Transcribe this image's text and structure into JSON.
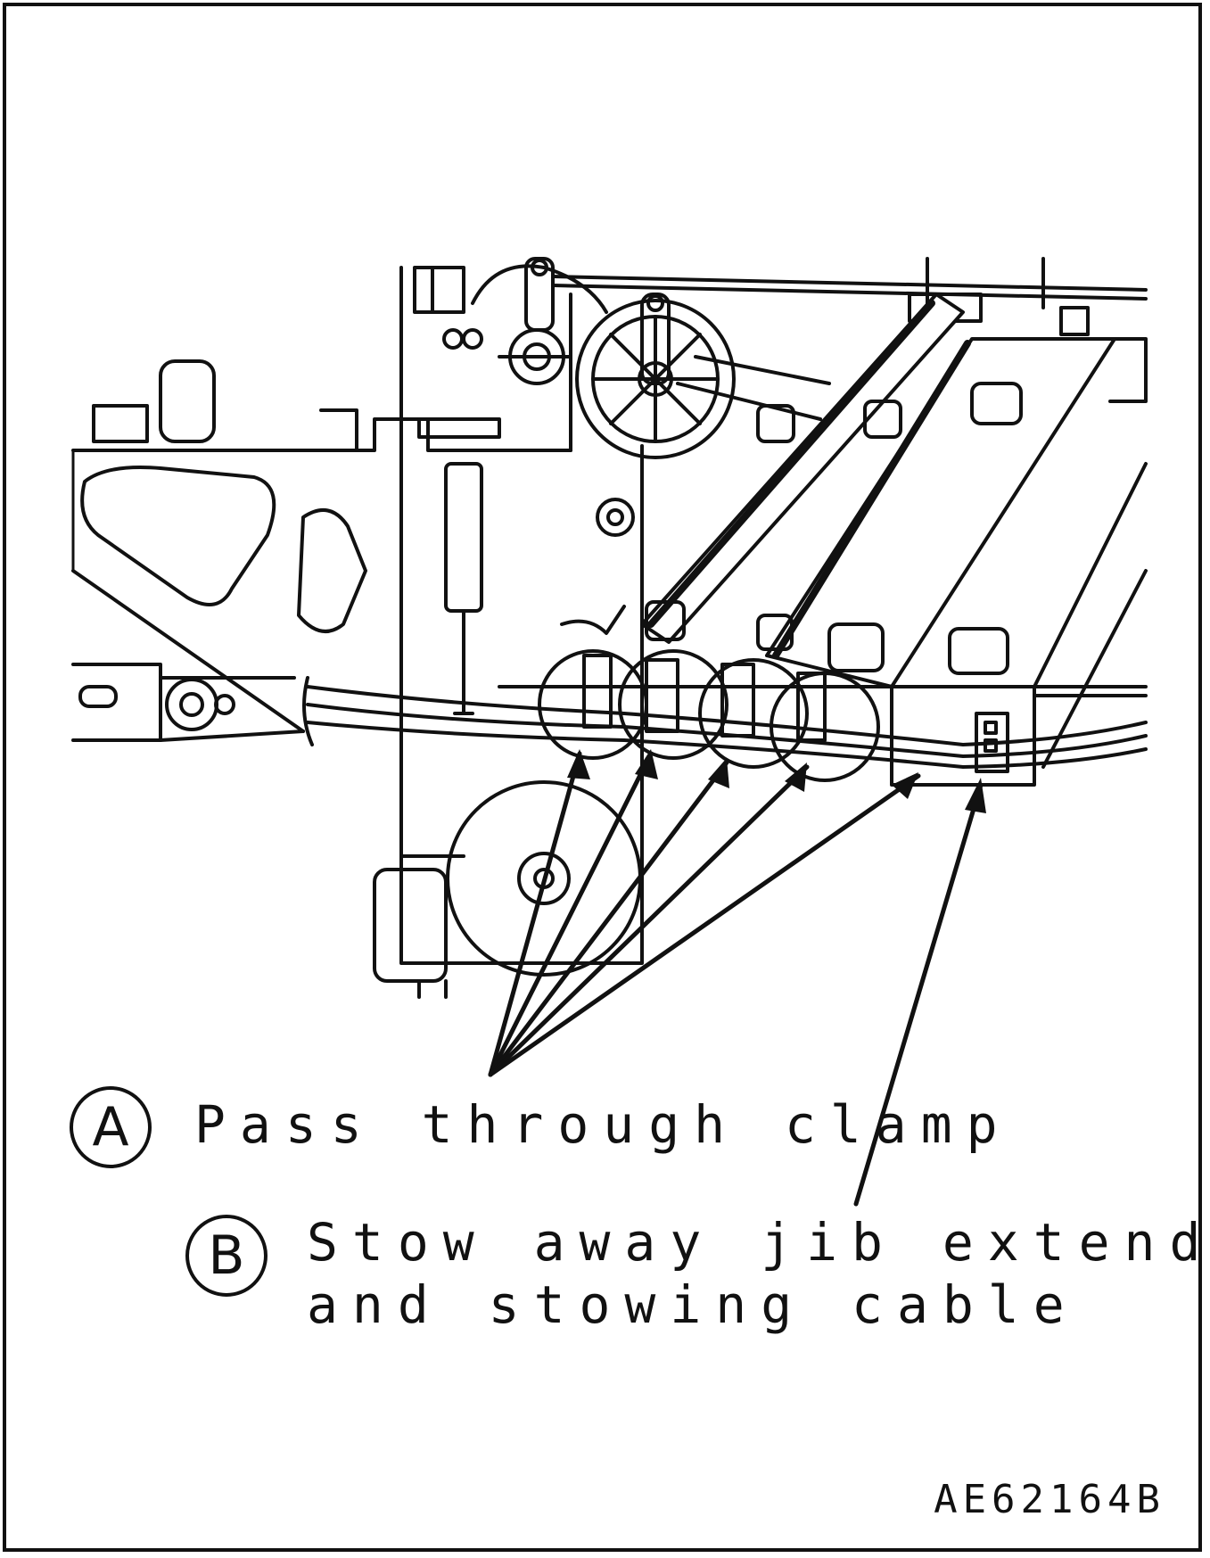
{
  "callouts": {
    "a": {
      "letter": "A",
      "text": "Pass through clamp"
    },
    "b": {
      "letter": "B",
      "line1": "Stow away jib extending",
      "line2": "and stowing cable"
    }
  },
  "figure_code": "AE62164B",
  "colors": {
    "ink": "#111111",
    "paper": "#ffffff"
  }
}
